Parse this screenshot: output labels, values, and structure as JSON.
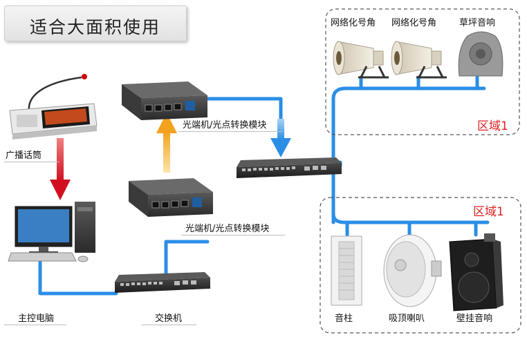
{
  "title": "适合大面积使用",
  "labels": {
    "mic": "广播话筒",
    "pc": "主控电脑",
    "switch_bottom": "交换机",
    "converter_top": "光端机/光点转换模块",
    "converter_bottom": "光端机/光点转换模块"
  },
  "zone_top": {
    "label": "区域1",
    "devices": [
      "网络化号角",
      "网络化号角",
      "草坪音响"
    ]
  },
  "zone_bottom": {
    "label": "区域1",
    "devices": [
      "音柱",
      "吸顶喇叭",
      "壁挂音响"
    ]
  },
  "colors": {
    "cable": "#2b8ee6",
    "arrow_red": "#e8202a",
    "arrow_orange": "#f5a623",
    "arrow_blue": "#2b8ee6",
    "zone_text": "#e02020"
  }
}
